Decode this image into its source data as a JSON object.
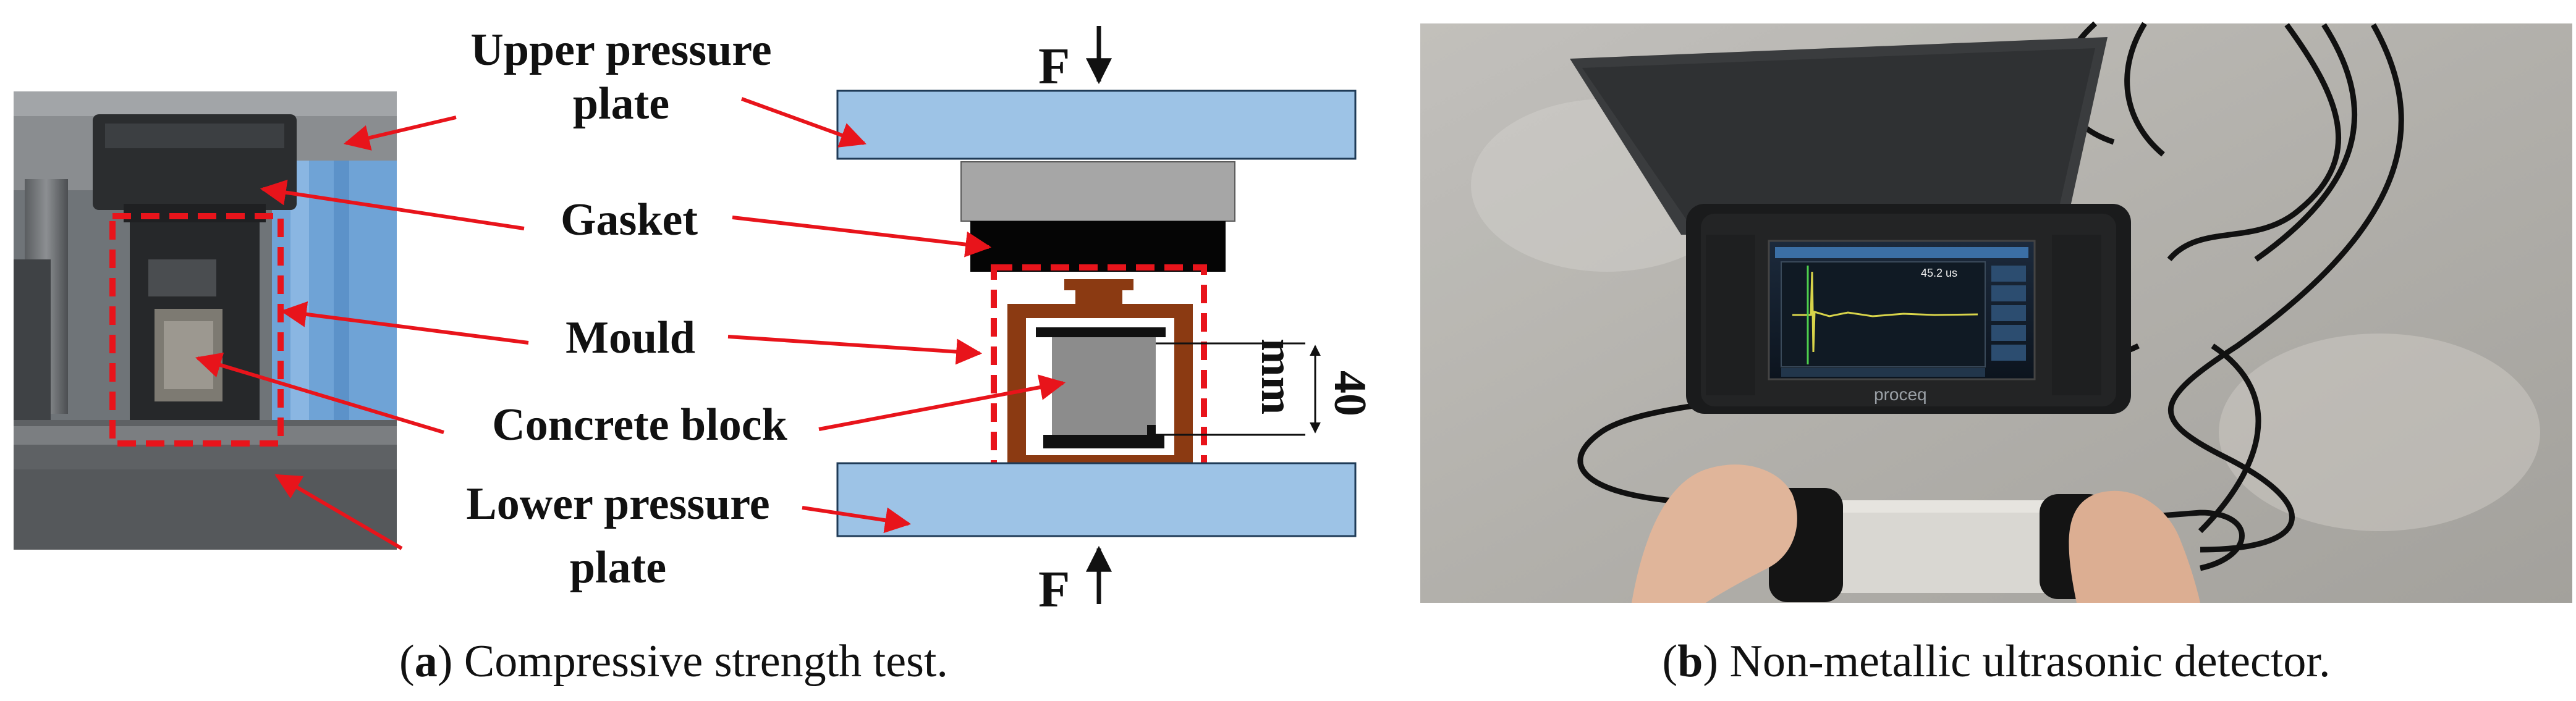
{
  "panel_a": {
    "labels": {
      "upper_plate_line1": "Upper pressure",
      "upper_plate_line2": "plate",
      "gasket": "Gasket",
      "mould": "Mould",
      "concrete_block": "Concrete block",
      "lower_plate_line1": "Lower pressure",
      "lower_plate_line2": "plate",
      "force_top": "F",
      "force_bottom": "F",
      "dimension_value": "40",
      "dimension_unit": "mm"
    },
    "caption": {
      "open": "(",
      "letter": "a",
      "close": ") ",
      "text": "Compressive strength test."
    }
  },
  "panel_b": {
    "screen_reading": "45.2 us",
    "device_brand": "proceq",
    "caption": {
      "open": "(",
      "letter": "b",
      "close": ") ",
      "text": "Non-metallic ultrasonic detector."
    }
  },
  "colors": {
    "plate_fill": "#9dc3e6",
    "gasket_gray": "#a6a6a6",
    "gasket_black": "#050505",
    "mould_brown": "#8b3a12",
    "concrete_gray": "#8c8c8c",
    "annotation_red": "#e8141b"
  }
}
